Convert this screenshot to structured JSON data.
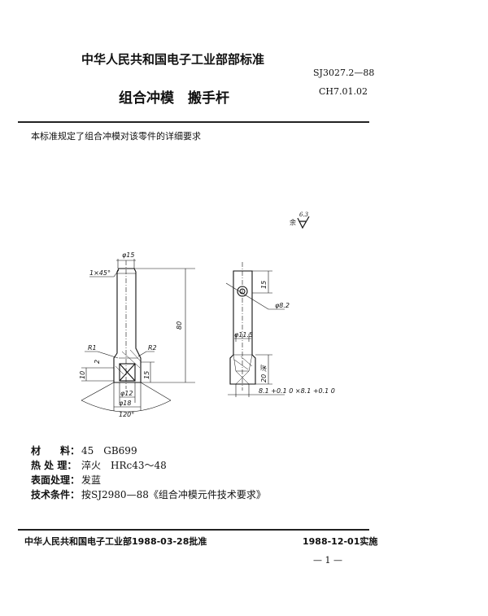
{
  "header": {
    "org_standard": "中华人民共和国电子工业部部标准",
    "standard_no": "SJ3027.2—88",
    "title": "组合冲模　搬手杆",
    "code": "CH7.01.02"
  },
  "intro": "本标准规定了组合冲模对该零件的详细要求",
  "roughness": {
    "symbol_prefix": "余",
    "value": "6.3"
  },
  "drawing": {
    "left_view": {
      "dia_top": "φ15",
      "chamfer": "1×45°",
      "length": "80",
      "r1": "R1",
      "r2": "R2",
      "dim_2": "2",
      "dim_10": "10",
      "dim_15": "15",
      "dia_12": "φ12",
      "dia_18": "φ18",
      "angle": "120°"
    },
    "right_view": {
      "dim_15": "15",
      "hole": "φ8.2",
      "dia_115": "φ11.5",
      "depth": "20 深",
      "square": "8.1 +0.1 0 ×8.1 +0.1 0"
    }
  },
  "specs": [
    {
      "key": "材　　料：",
      "value": "45　GB699"
    },
    {
      "key": "热 处 理：",
      "value": "淬火　HRc43～48"
    },
    {
      "key": "表面处理：",
      "value": "发蓝"
    },
    {
      "key": "技术条件：",
      "value": "按SJ2980—88《组合冲模元件技术要求》"
    }
  ],
  "footer": {
    "approval": "中华人民共和国电子工业部1988-03-28批准",
    "effective": "1988-12-01实施",
    "page": "— 1 —"
  }
}
